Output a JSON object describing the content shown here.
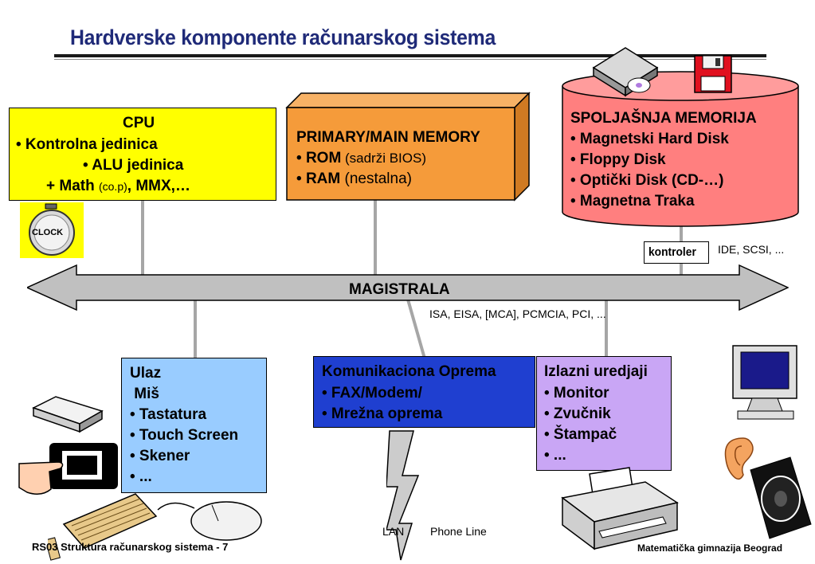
{
  "title": "Hardverske komponente računarskog sistema",
  "colors": {
    "cpu": "#ffff00",
    "memory": "#f59b3a",
    "external": "#ff7f7f",
    "input": "#99ccff",
    "comm": "#1f3fd0",
    "output": "#c9a6f5",
    "bus": "#c0c0c0",
    "title": "#1f2a78"
  },
  "cpu": {
    "heading": "CPU",
    "item1": "• Kontrolna jedinica",
    "item2": "•  ALU jedinica",
    "item3_main": "+ Math ",
    "item3_small": "(co.p)",
    "item3_rest": ", MMX,…",
    "clock_label": "CLOCK"
  },
  "memory": {
    "heading": "PRIMARY/MAIN MEMORY",
    "rom_bullet": "• ",
    "rom": "ROM",
    "rom_note": " (sadrži BIOS)",
    "ram_bullet": "• ",
    "ram": "RAM",
    "ram_note": " (nestalna)"
  },
  "external": {
    "heading": "SPOLJAŠNJA MEMORIJA",
    "items": [
      "• Magnetski Hard Disk",
      "• Floppy Disk",
      "• Optički Disk (CD-…)",
      "• Magnetna Traka"
    ],
    "controller": "kontroler",
    "controller_note": "IDE, SCSI, ..."
  },
  "bus": {
    "label": "MAGISTRALA",
    "note": "ISA, EISA, [MCA], PCMCIA, PCI, ..."
  },
  "input": {
    "heading": "Ulaz",
    "items": [
      " Miš",
      "• Tastatura",
      "• Touch Screen",
      "• Skener",
      "• ..."
    ]
  },
  "comm": {
    "heading": "Komunikaciona Oprema",
    "items": [
      "• FAX/Modem/",
      "• Mrežna oprema"
    ],
    "lan": "LAN",
    "phone": "Phone Line"
  },
  "output": {
    "heading": "Izlazni uredjaji",
    "items": [
      "• Monitor",
      "• Zvučnik",
      "• Štampač",
      "• ..."
    ]
  },
  "footer": {
    "left": "RS03 Struktura računarskog sistema - 7",
    "right": "Matematička gimnazija Beograd"
  },
  "icons": [
    "cd-drive-icon",
    "floppy-disk-icon",
    "clock-icon",
    "disk-drive-icon",
    "touch-screen-icon",
    "keyboard-icon",
    "mouse-icon",
    "lightning-icon",
    "monitor-icon",
    "ear-icon",
    "speaker-icon",
    "printer-icon"
  ]
}
